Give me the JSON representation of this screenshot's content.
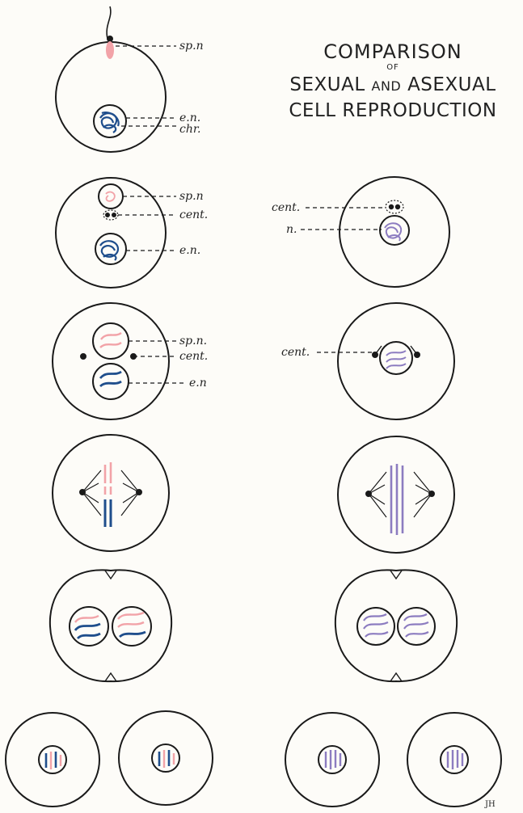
{
  "title": {
    "line1": "COMPARISON",
    "line2": "OF",
    "line3a": "SEXUAL",
    "line3b": "AND",
    "line3c": "ASEXUAL",
    "line4": "CELL REPRODUCTION"
  },
  "labels": {
    "sp_n_1": "sp.n",
    "e_n_1": "e.n.",
    "chr": "chr.",
    "sp_n_2": "sp.n",
    "cent_2": "cent.",
    "e_n_2": "e.n.",
    "sp_n_3": "sp.n.",
    "cent_3": "cent.",
    "e_n_3": "e.n",
    "cent_right_2": "cent.",
    "n_right_2": "n.",
    "cent_right_3": "cent."
  },
  "colors": {
    "outline": "#1a1a1a",
    "sperm": "#f2a3a8",
    "egg": "#1f4e8c",
    "mixed": "#8c7cc0"
  },
  "signature": "JH"
}
